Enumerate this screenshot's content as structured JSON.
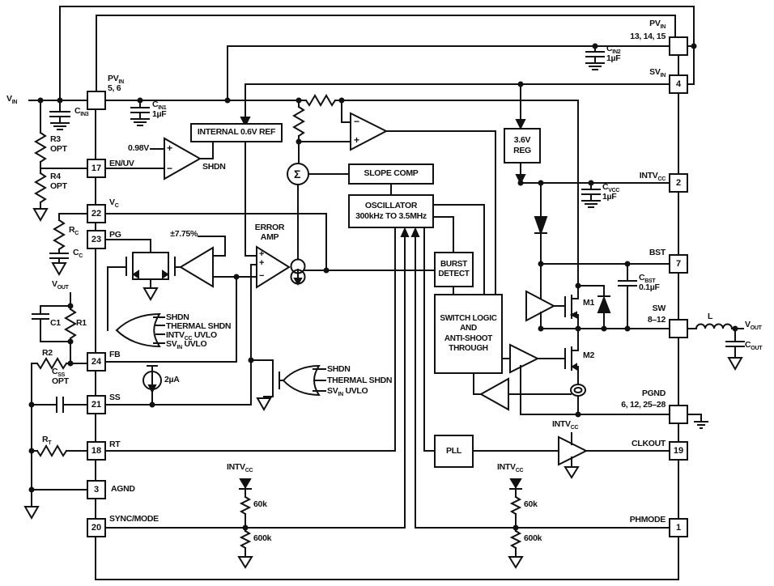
{
  "labels": {
    "vin": "V|IN",
    "pvin56": "PV|IN",
    "pvin56_pins": "5, 6",
    "cin3": "C|IN3",
    "cin1": "C|IN1",
    "cin1_val": "1µF",
    "cin2": "C|IN2",
    "cin2_val": "1µF",
    "r3": "R3",
    "r4": "R4",
    "opt": "OPT",
    "v098": "0.98V",
    "enuv": "EN/UV",
    "shdn_cmp": "SHDN",
    "vc": "V|C",
    "rc": "R|C",
    "cc": "C|C",
    "pg": "PG",
    "tol": "±7.75%",
    "vout_left": "V|OUT",
    "c1": "C1",
    "r1": "R1",
    "r2": "R2",
    "fb": "FB",
    "css": "C|SS",
    "ss": "SS",
    "i_ss": "2µA",
    "rt_res": "R|T",
    "rt": "RT",
    "agnd": "AGND",
    "sync_mode": "SYNC/MODE",
    "intvcc": "INTV|CC",
    "r60k": "60k",
    "r600k": "600k",
    "gate_shdn": "SHDN",
    "gate_thermal": "THERMAL SHDN",
    "gate_intvcc_uvlo": "INTV|CC| UVLO",
    "gate_svin_uvlo": "SV|IN| UVLO",
    "error_amp": "ERROR\nAMP",
    "sigma": "Σ",
    "m1": "M1",
    "m2": "M2",
    "cbst": "C|BST",
    "cbst_val": "0.1µF",
    "cvcc": "C|VCC",
    "cvcc_val": "1µF",
    "l": "L",
    "vout_right": "V|OUT",
    "cout": "C|OUT",
    "pvin_r": "PV|IN",
    "pvin_r_pins": "13, 14, 15",
    "svin": "SV|IN",
    "bst": "BST",
    "sw": "SW",
    "sw_pins": "8–12",
    "pgnd": "PGND",
    "pgnd_pins": "6, 12, 25–28",
    "clkout": "CLKOUT",
    "phmode": "PHMODE",
    "plus": "+",
    "minus": "−"
  },
  "boxes": {
    "ref": "INTERNAL 0.6V REF",
    "slope_comp": "SLOPE COMP",
    "oscillator": "OSCILLATOR\n300kHz TO 3.5MHz",
    "burst": "BURST\nDETECT",
    "switch_logic": "SWITCH LOGIC\nAND\nANTI-SHOOT\nTHROUGH",
    "reg": "3.6V\nREG",
    "pll": "PLL"
  },
  "pins": {
    "p17": "17",
    "p22": "22",
    "p23": "23",
    "p24": "24",
    "p21": "21",
    "p18": "18",
    "p3": "3",
    "p20": "20",
    "p4": "4",
    "p2": "2",
    "p7": "7",
    "p19": "19",
    "p1": "1"
  },
  "colors": {
    "ink": "#111111",
    "paper": "#ffffff"
  }
}
